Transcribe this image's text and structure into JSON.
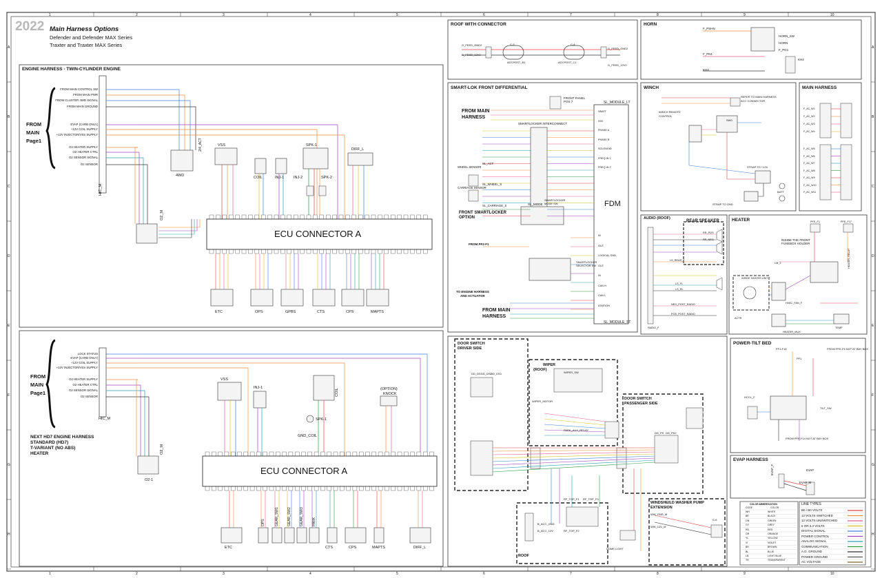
{
  "header": {
    "year": "2022",
    "title": "Main Harness Options",
    "line1": "Defender and Defender MAX Series",
    "line2": "Traxter and Traxter MAX Series"
  },
  "grid": {
    "columns": [
      "1",
      "2",
      "3",
      "4",
      "5",
      "6",
      "7",
      "8",
      "9",
      "10"
    ],
    "rows": [
      "A",
      "B",
      "C",
      "D",
      "E",
      "F",
      "G",
      "H"
    ]
  },
  "engine_twin": {
    "title": "ENGINE HARNESS - TWIN-CYLINDER ENGINE",
    "from_main": [
      "FROM",
      "MAIN",
      "Page1"
    ],
    "inputs": [
      "FROM MAIN CONTROL SW",
      "FROM MAIN PWR",
      "FROM CLUSTER 4WD SIGNAL",
      "FROM MAIN GROUND",
      "EVAP (CARB ONLY)",
      "+12V COIL SUPPLY",
      "+12V INJECTOR/VSS SUPPLY",
      "O2 HEATER SUPPLY",
      "O2 HEATER CTRL",
      "O2 SENSOR SIGNAL",
      "O2 SENSOR"
    ],
    "connector_label": "HIC_M",
    "ecu": "ECU CONNECTOR A",
    "components": [
      "4WD",
      "VSS",
      "COIL",
      "INJ-1",
      "INJ-2",
      "SPK-1",
      "SPK-2",
      "DIFF_L",
      "O2_M"
    ],
    "bottom": [
      "ETC",
      "OPS",
      "GPBS",
      "CTS",
      "CPS",
      "MAPTS"
    ],
    "tag_act": "2/4_ACT"
  },
  "engine_hd7": {
    "from_main": [
      "FROM",
      "MAIN",
      "Page1"
    ],
    "inputs": [
      "LOCK STATUS",
      "EVAP (CARB ONLY)",
      "+12V COIL SUPPLY",
      "+12V INJECTOR/VSS SUPPLY",
      "O2 HEATER SUPPLY",
      "O2 HEATER CTRL",
      "O2 SENSOR SIGNAL",
      "O2 SENSOR"
    ],
    "connector_label": "HIC_M",
    "ecu": "ECU CONNECTOR A",
    "notes": [
      "NEXT HD7 ENGINE HARNESS",
      "STANDARD (HD7)",
      "T-VARIANT (NO ABS)",
      "HEATER"
    ],
    "components": [
      "VSS",
      "INJ-1",
      "COIL",
      "SPK-1",
      "GND_COIL",
      "(OPTION)",
      "KNOCK",
      "O2_M",
      "O2-1"
    ],
    "bottom": [
      "ETC",
      "OPS",
      "GEAR_SW1",
      "GEAR_SW2",
      "GEAR_SW3",
      "PARK",
      "CTS",
      "CPS",
      "MAPTS",
      "DIFF_L"
    ]
  },
  "roof_connector": {
    "title": "ROOF WITH CONNECTOR",
    "labels": [
      "G_FEED_GND2",
      "G_FEED_12V2",
      "ACCPOST_B1",
      "ACCPOST_C1",
      "C-3",
      "C-4",
      "G_FEED_GND2",
      "G_FEED_12V2"
    ]
  },
  "horn": {
    "title": "HORN",
    "labels": [
      "F_PSHN",
      "HORN_SW",
      "HORN",
      "F_PG1",
      "F_PN1",
      "KH3",
      "KH4"
    ]
  },
  "smartlok": {
    "title": "SMART-LOK FRONT DIFFERENTIAL",
    "from_main": "FROM MAIN HARNESS",
    "from_main2": "FROM MAIN HARNESS",
    "front_panel": "FRONT PANEL POS 7",
    "module": "SL_MODULE_LT",
    "module_b": "SL_MODULE_ST",
    "interconnect": "SMARTLOCKER INTERCONNECT",
    "fdm": "FDM",
    "left_labels": [
      "WHEEL SENSOR",
      "CARRIAGE SENSOR",
      "SL_WHEEL_S",
      "SL_ACT",
      "SL_CARRIAGE_S"
    ],
    "option": [
      "FRONT SMARTLOCKER",
      "OPTION"
    ],
    "mode": "SL_MODE",
    "from_pf2": "FROM PF2-F1",
    "to_engine": [
      "TO ENGINE HARNESS",
      "AND ACTUATOR"
    ],
    "right_labels": [
      "VBATT",
      "IGN",
      "PHASE A",
      "PHASE B",
      "SOLENOID",
      "FREQ IN 1",
      "FREQ IN 2",
      "IN",
      "OUT",
      "LOGICAL GND",
      "OUT",
      "IN",
      "CAN H",
      "CAN L",
      "IGNITION"
    ],
    "selector": [
      "SMARTLOCKER",
      "MODE SW"
    ],
    "selector2": [
      "SMARTLOCKER",
      "SELECTOR SW"
    ]
  },
  "winch": {
    "title": "WINCH",
    "labels": [
      "WINCH REMOTE",
      "CONTROL",
      "REFER TO MAIN HARNESS",
      "ACC CONNECTOR",
      "STRAP TO +12V",
      "STRAP TO GND",
      "SW0",
      "BATT"
    ]
  },
  "main_harness": {
    "title": "MAIN HARNESS",
    "labels": [
      "F_AC_W1",
      "F_AC_W2",
      "F_AC_W3",
      "F_AC_W4",
      "F_AC_W5",
      "F_AC_W6",
      "F_AC_W7",
      "F_AC_W8",
      "F_AC_W9",
      "F_AC_W10",
      "F_AC_W11"
    ]
  },
  "audio": {
    "title": "AUDIO (ROOF)",
    "speaker": "REAR SPEAKER",
    "labels": [
      "LS_REAR_F",
      "LS_FL",
      "LS_RL",
      "RR_POS",
      "RR_NEG",
      "RADIO_F",
      "NEG_POST_RADIO",
      "POS_POST_RADIO"
    ]
  },
  "heater": {
    "title": "HEATER",
    "note": [
      "INSIDE THE FRONT",
      "FUSEBOX HOLDER"
    ],
    "labels": [
      "PFE_F1",
      "PFE_F17",
      "INSIDE HEATER UNIT",
      "HEATER_MUX",
      "HVAC_FAN_F",
      "TEMP",
      "ACTR",
      "CB_1",
      "HEATER_RELAY"
    ]
  },
  "door_driver": {
    "title": [
      "DOOR SWITCH",
      "DRIVER SIDE"
    ],
    "labels": [
      "DD_DS",
      "DD_DS2",
      "DD_DS3"
    ]
  },
  "wiper": {
    "title": [
      "WIPER",
      "(ROOF)"
    ],
    "labels": [
      "WIPER_SW",
      "WIPER_MOTOR",
      "PARK_AUX_RELAY"
    ]
  },
  "door_pass": {
    "title": [
      "DOOR SWITCH",
      "PASSENGER SIDE"
    ],
    "labels": [
      "DD_PS",
      "DD_PS2"
    ]
  },
  "roof_bottom": {
    "title": "ROOF",
    "labels": [
      "RF_TOP_F1",
      "RF_TOP_F2",
      "RF_TOP_F3",
      "B_ACC_GND",
      "B_ACC_12V"
    ]
  },
  "washer": {
    "title": [
      "WINDSHEILD WASHER PUMP",
      "EXTENSION"
    ],
    "labels": [
      "WW_GND_M",
      "WW_12V_M",
      "C-6",
      "DOME LIGHT"
    ]
  },
  "tilt_bed": {
    "title": "POWER-TILT BED",
    "labels": [
      "PF1-F16",
      "PF1",
      "FROM PFE-F5 NOT AT BAY BOX",
      "FROM PFE-F14 NOT AT BAY BOX",
      "TILT_SW",
      "HCCL_F"
    ]
  },
  "evap": {
    "title": "EVAP HARNESS",
    "labels": [
      "EVAP_F",
      "EVAP_M",
      "EVAP"
    ]
  },
  "color_table": {
    "header": [
      "COLOR ABBREVIATION",
      "CODE",
      "COLOR"
    ],
    "rows": [
      [
        "WH",
        "WHITE"
      ],
      [
        "BK",
        "BLACK"
      ],
      [
        "GN",
        "GREEN"
      ],
      [
        "GY",
        "GREY"
      ],
      [
        "RD",
        "RED"
      ],
      [
        "OR",
        "ORANGE"
      ],
      [
        "YL",
        "YELLOW"
      ],
      [
        "VI",
        "VIOLET"
      ],
      [
        "BR",
        "BROWN"
      ],
      [
        "BL",
        "BLUE"
      ],
      [
        "LB",
        "LIGHT BLUE"
      ],
      [
        "TR",
        "TRANSPARENT"
      ]
    ]
  },
  "line_types": {
    "title": "LINE TYPES",
    "items": [
      {
        "label": "B0 / B0 VOLTS",
        "color": "#e04040"
      },
      {
        "label": "12 VOLTS SWITCHED",
        "color": "#f08a3c"
      },
      {
        "label": "12 VOLTS UNSWITCHED",
        "color": "#e65c8a"
      },
      {
        "label": "5 OR 3.3 VOLTS",
        "color": "#d8c020"
      },
      {
        "label": "DIGITAL SIGNAL",
        "color": "#3c7fd8"
      },
      {
        "label": "POWER CONTROL",
        "color": "#a040c0"
      },
      {
        "label": "ANALOG SIGNAL",
        "color": "#20a0b0"
      },
      {
        "label": "COMMUNICATION",
        "color": "#2a9a40"
      },
      {
        "label": "A.D. GROUND",
        "color": "#303030"
      },
      {
        "label": "POWER GROUND",
        "color": "#555555"
      },
      {
        "label": "AC VOLTAGE",
        "color": "#8a6030"
      }
    ]
  }
}
